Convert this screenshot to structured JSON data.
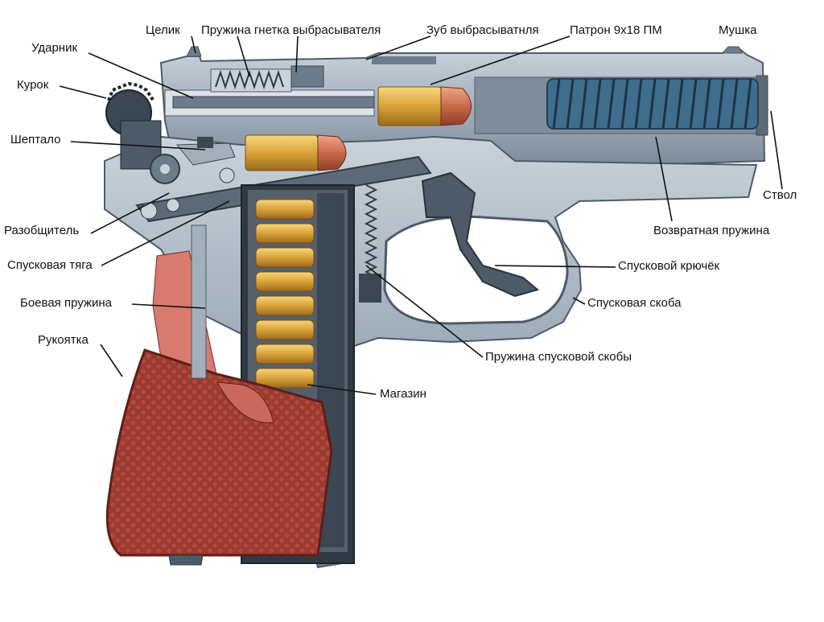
{
  "labels": {
    "rear_sight": "Целик",
    "extractor_spring": "Пружина гнетка выбрасывателя",
    "extractor_tooth": "Зуб выбрасыватнля",
    "cartridge": "Патрон 9х18 ПМ",
    "front_sight": "Мушка",
    "firing_pin": "Ударник",
    "hammer": "Курок",
    "sear": "Шептало",
    "barrel": "Ствол",
    "disconnector": "Разобщитель",
    "recoil_spring": "Возвратная пружина",
    "trigger_bar": "Спусковая тяга",
    "trigger": "Спусковой крючёк",
    "mainspring": "Боевая пружина",
    "trigger_guard": "Спусковая скоба",
    "grip": "Рукоятка",
    "trigger_guard_spring": "Пружина спусковой скобы",
    "magazine": "Магазин"
  },
  "colors": {
    "steel": "#8e9aa6",
    "steel_dark": "#4d5b69",
    "steel_light": "#c9d2da",
    "barrel_blue": "#3f6d8e",
    "brass": "#d9a23a",
    "bullet": "#c86a4a",
    "grip_red": "#a8443a",
    "grip_pink": "#d97a70",
    "leader": "#111111"
  }
}
